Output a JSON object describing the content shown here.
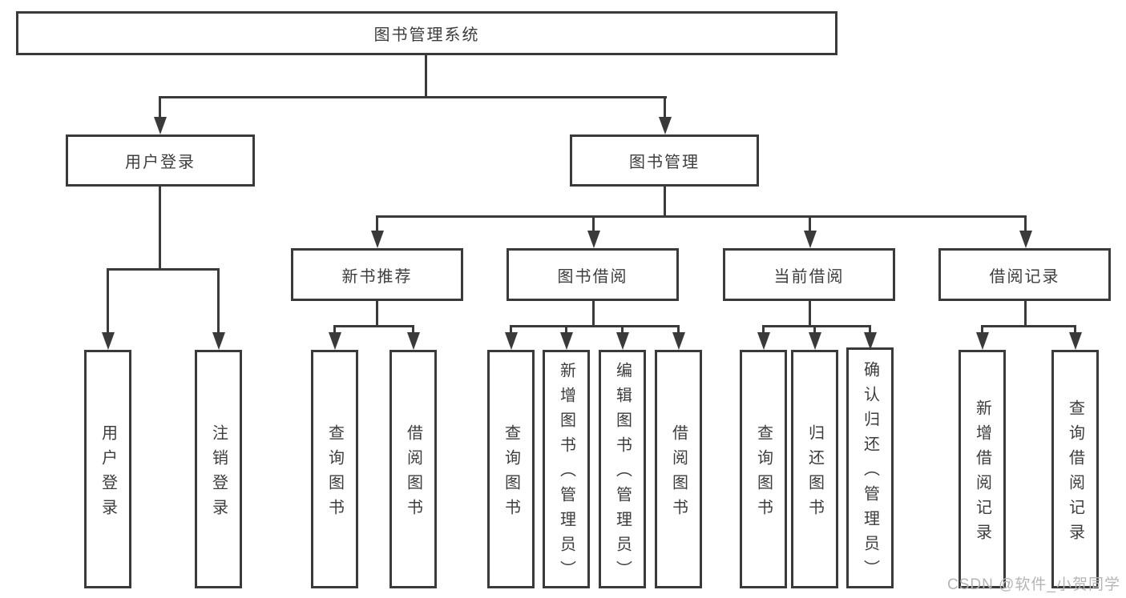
{
  "title_box": "图书管理系统",
  "level2": {
    "user_login": "用户登录",
    "book_management": "图书管理"
  },
  "level3": {
    "new_books": "新书推荐",
    "book_borrow": "图书借阅",
    "current_borrow": "当前借阅",
    "borrow_records": "借阅记录"
  },
  "leaves": {
    "user_login_children": [
      "用户登录",
      "注销登录"
    ],
    "new_books_children": [
      "查询图书",
      "借阅图书"
    ],
    "book_borrow_children": [
      "查询图书",
      "新增图书（管理员）",
      "编辑图书（管理员）",
      "借阅图书"
    ],
    "current_borrow_children": [
      "查询图书",
      "归还图书",
      "确认归还（管理员）"
    ],
    "borrow_records_children": [
      "新增借阅记录",
      "查询借阅记录"
    ]
  },
  "watermark": "CSDN @软件_小贺同学",
  "colors": {
    "line": "#3a3a3a",
    "text": "#3d3d3d",
    "watermark": "#b5b5b5",
    "background": "#ffffff"
  }
}
